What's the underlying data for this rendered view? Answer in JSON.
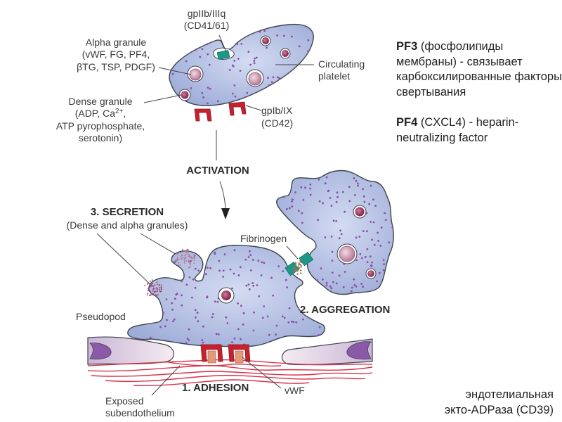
{
  "diagram": {
    "top_platelet": {
      "labels": {
        "gp2b3a_line1": "gpIIb/IIIq",
        "gp2b3a_line2": "(CD41/61)",
        "alpha_line1": "Alpha granule",
        "alpha_line2": "(vWF, FG, PF4,",
        "alpha_line3": "βTG, TSP, PDGF)",
        "dense_line1": "Dense granule",
        "dense_line2": "(ADP, Ca",
        "dense_line2_sup": "2+",
        "dense_line2_end": ",",
        "dense_line3": "ATP pyrophosphate,",
        "dense_line4": "serotonin)",
        "circulating_line1": "Circulating",
        "circulating_line2": "platelet",
        "gp1b_line1": "gpIb/IX",
        "gp1b_line2": "(CD42)"
      }
    },
    "activation_label": "ACTIVATION",
    "secretion": {
      "title": "3. SECRETION",
      "subtitle": "(Dense and alpha granules)"
    },
    "fibrinogen_label": "Fibrinogen",
    "pseudopod_label": "Pseudopod",
    "aggregation_label": "2. AGGREGATION",
    "adhesion_label": "1. ADHESION",
    "subendothelium_line1": "Exposed",
    "subendothelium_line2": "subendothelium",
    "vwf_label": "vWF",
    "colors": {
      "platelet_fill": "#a9b5de",
      "platelet_dots": "#8a4fa8",
      "granule": "#c78ca6",
      "dense_granule": "#8e2f55",
      "gp2b3a": "#1a9a86",
      "gp1b": "#c8202e",
      "vwf": "#e39a7a",
      "collagen": "#d8334a",
      "endothelium": "#e6d4e0",
      "nucleus": "#8a5aa8"
    }
  },
  "side_notes": {
    "pf3_term": "PF3",
    "pf3_text": " (фосфолипиды мембраны) - связывает карбоксилированные факторы свертывания",
    "pf4_term": "PF4",
    "pf4_text": " (CXCL4) - heparin-neutralizing factor"
  },
  "footer_note": {
    "line1": "эндотелиальная",
    "line2": "экто-ADPаза (CD39)"
  }
}
